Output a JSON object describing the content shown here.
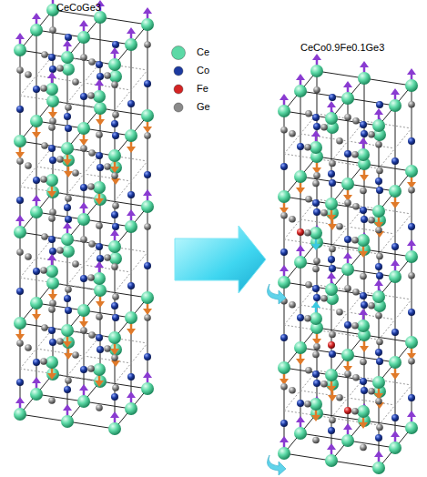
{
  "diagram": {
    "labels": [
      "CeCoGe3",
      "CeCo0.9Fe0.1Ge3"
    ],
    "legend": [
      {
        "text": "Ce",
        "color": "#5cd9a6"
      },
      {
        "text": "Co",
        "color": "#1c3aa0"
      },
      {
        "text": "Fe",
        "color": "#d42424"
      },
      {
        "text": "Ge",
        "color": "#8a8a8a"
      }
    ]
  }
}
